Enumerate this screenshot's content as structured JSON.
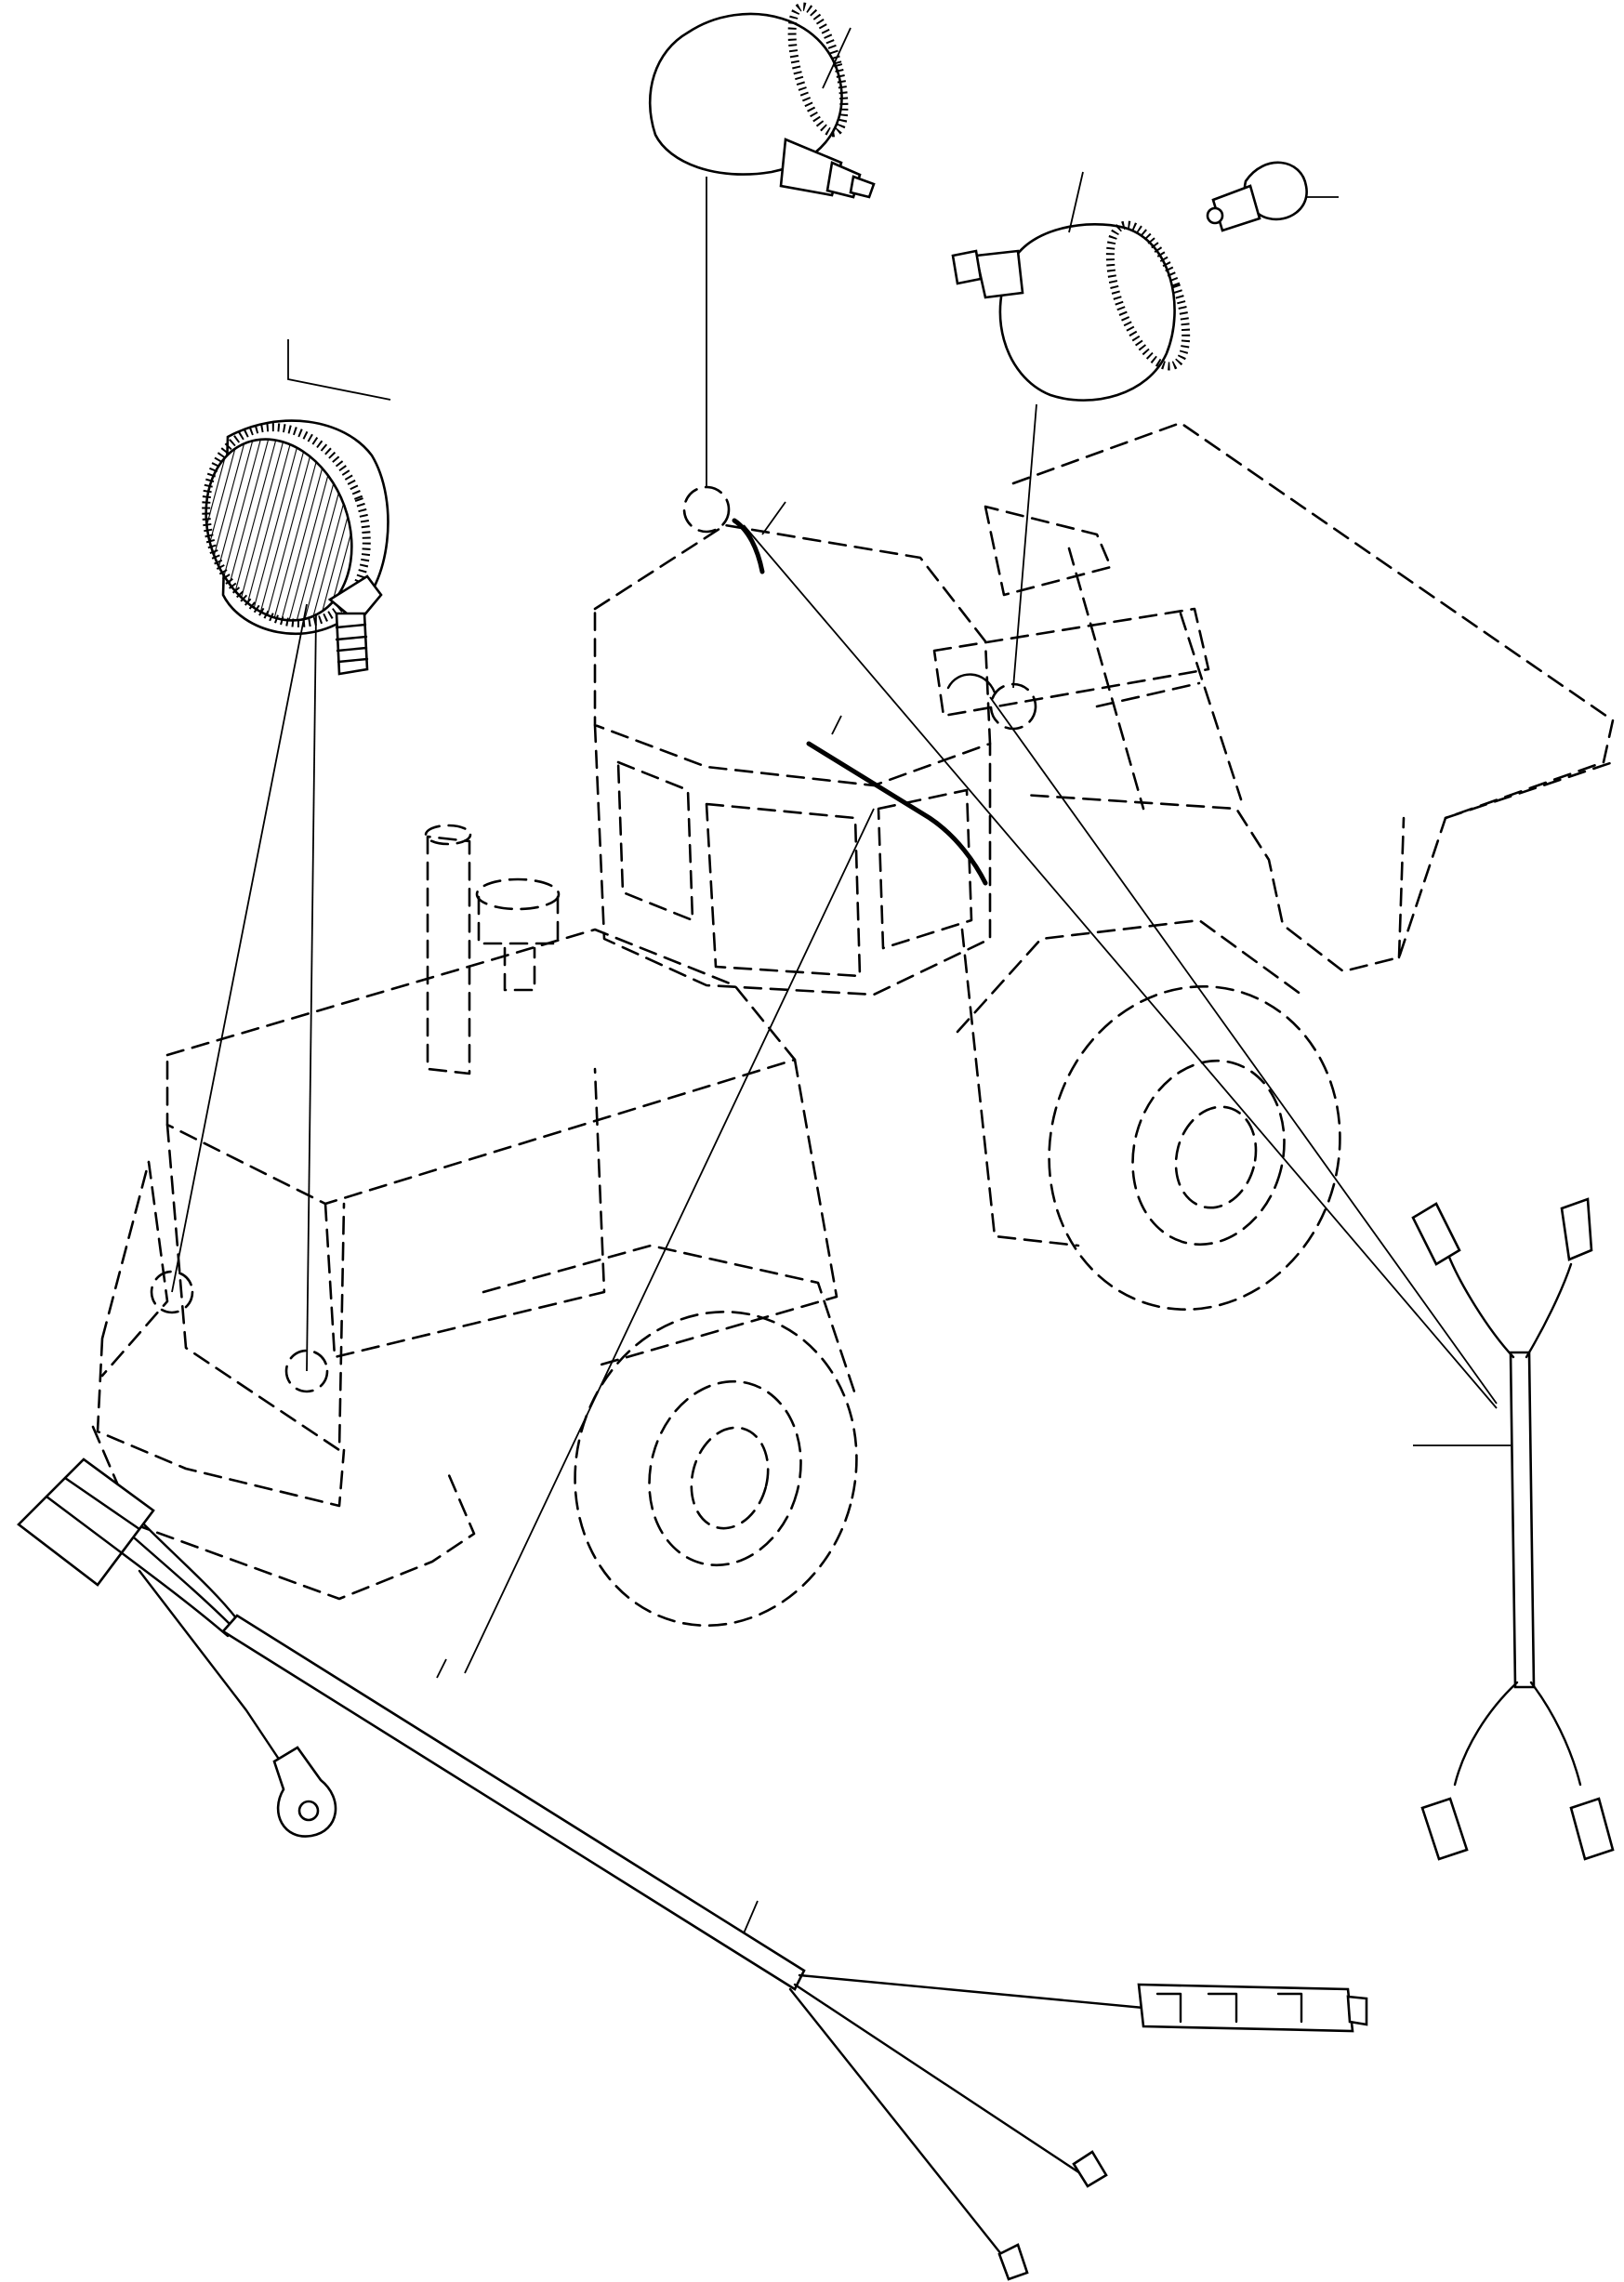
{
  "diagram": {
    "parts": [
      {
        "name": "work-lamp-left",
        "icon": "work-lamp-icon"
      },
      {
        "name": "marker-lamp-top",
        "icon": "dome-lamp-icon"
      },
      {
        "name": "marker-lamp-right",
        "icon": "dome-lamp-icon"
      },
      {
        "name": "bulb",
        "icon": "bulb-icon"
      },
      {
        "name": "main-wiring-harness",
        "icon": "harness-icon"
      },
      {
        "name": "branch-wiring-harness",
        "icon": "harness-icon"
      }
    ],
    "background": "loader-outline",
    "colors": {
      "line": "#000000",
      "paper": "#ffffff"
    }
  }
}
